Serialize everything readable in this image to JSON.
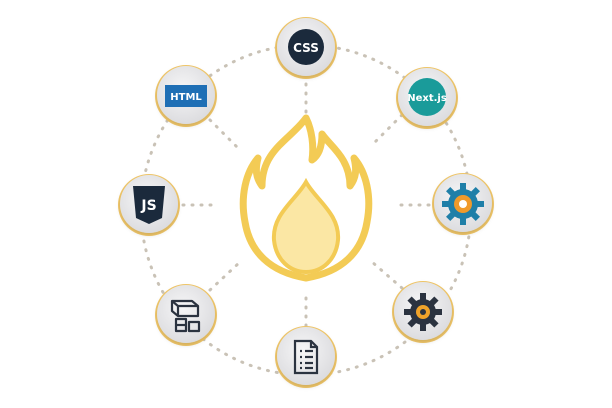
{
  "diagram": {
    "center": {
      "icon": "flame-icon",
      "color_outer": "#f5cf5a",
      "color_inner": "#fbe7a4"
    },
    "nodes": [
      {
        "id": "css",
        "label": "CSS",
        "icon": "css-icon",
        "color": "#1b2a3c"
      },
      {
        "id": "nextjs",
        "label": "Next.js",
        "icon": "nextjs-icon",
        "color": "#1a9b9a"
      },
      {
        "id": "gear-orange",
        "label": "",
        "icon": "gear-settings-icon",
        "color": "#1f7fa8",
        "accent": "#f09a2a"
      },
      {
        "id": "gear-dark",
        "label": "",
        "icon": "gear-icon",
        "color": "#2b3340",
        "accent": "#f0a32a"
      },
      {
        "id": "document",
        "label": "",
        "icon": "document-list-icon",
        "color": "#2b3340"
      },
      {
        "id": "blocks",
        "label": "",
        "icon": "building-blocks-icon",
        "color": "#2b3340"
      },
      {
        "id": "js",
        "label": "JS",
        "icon": "javascript-icon",
        "color": "#1b2a3c"
      },
      {
        "id": "html",
        "label": "HTML",
        "icon": "html-icon",
        "color": "#1f6fb5"
      }
    ],
    "colors": {
      "node_fill": "#e9e9eb",
      "node_ring": "#f2c86a",
      "connector": "#c9c2b6"
    }
  }
}
